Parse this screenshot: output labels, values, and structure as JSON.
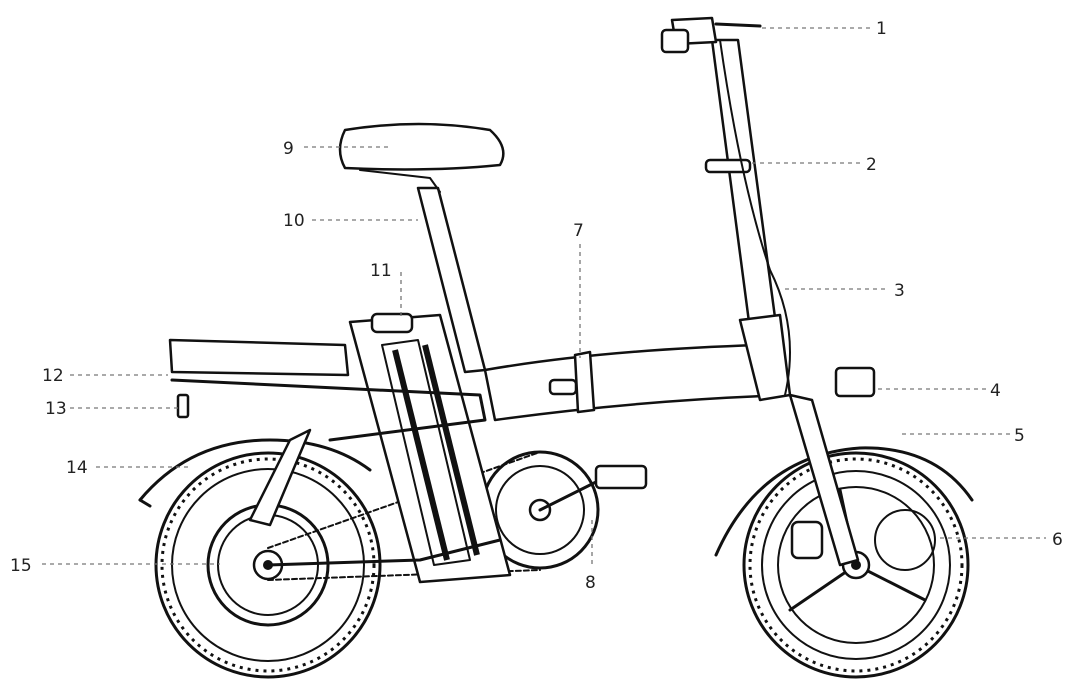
{
  "callouts": [
    {
      "number": "1",
      "part": "handlebar"
    },
    {
      "number": "2",
      "part": "stem-clamp"
    },
    {
      "number": "3",
      "part": "brake-cable"
    },
    {
      "number": "4",
      "part": "headlight"
    },
    {
      "number": "5",
      "part": "front-fender"
    },
    {
      "number": "6",
      "part": "front-disc-brake"
    },
    {
      "number": "7",
      "part": "frame-fold-latch"
    },
    {
      "number": "8",
      "part": "chain-ring"
    },
    {
      "number": "9",
      "part": "saddle"
    },
    {
      "number": "10",
      "part": "seat-post"
    },
    {
      "number": "11",
      "part": "battery"
    },
    {
      "number": "12",
      "part": "rear-rack"
    },
    {
      "number": "13",
      "part": "rear-reflector"
    },
    {
      "number": "14",
      "part": "rear-fender"
    },
    {
      "number": "15",
      "part": "rear-hub-motor"
    }
  ],
  "colors": {
    "line": "#111111",
    "leader": "#777777",
    "background": "#ffffff"
  }
}
